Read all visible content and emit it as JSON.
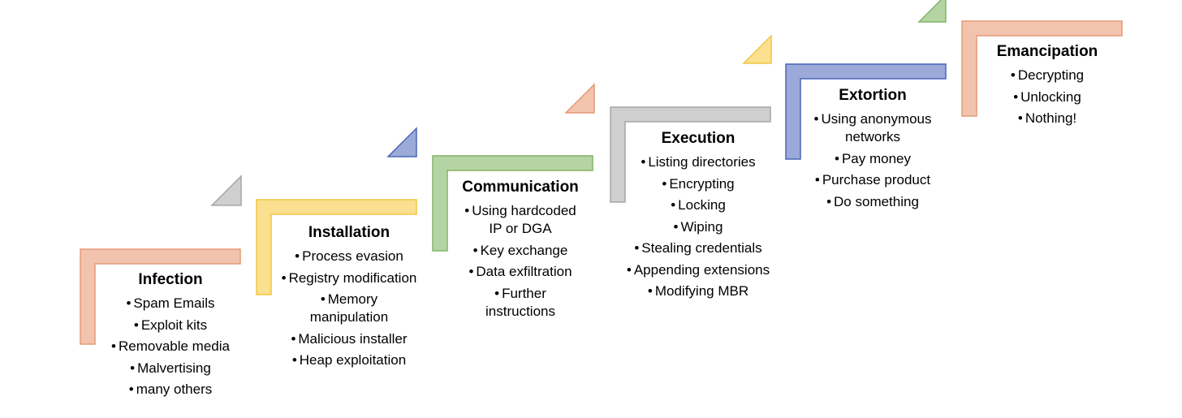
{
  "colors": {
    "orange": "#E59A76",
    "orange_fill": "#F2C4AE",
    "yellow": "#F2C644",
    "yellow_fill": "#FAE08F",
    "green": "#82B366",
    "green_fill": "#B5D4A3",
    "blue": "#4A66B8",
    "blue_fill": "#9BAAD8",
    "gray": "#A6A6A6",
    "gray_fill": "#CFCFCF"
  },
  "stages": [
    {
      "title": "Infection",
      "color": "orange",
      "items": [
        [
          "Spam Emails"
        ],
        [
          "Exploit kits"
        ],
        [
          "Removable media"
        ],
        [
          "Malvertising"
        ],
        [
          "many others"
        ]
      ]
    },
    {
      "title": "Installation",
      "color": "yellow",
      "items": [
        [
          "Process  evasion"
        ],
        [
          "Registry modification"
        ],
        [
          "Memory",
          "manipulation"
        ],
        [
          "Malicious installer"
        ],
        [
          "Heap exploitation"
        ]
      ]
    },
    {
      "title": "Communication",
      "color": "green",
      "items": [
        [
          "Using hardcoded",
          "IP or DGA"
        ],
        [
          "Key exchange"
        ],
        [
          "Data exfiltration"
        ],
        [
          "Further",
          "instructions"
        ]
      ]
    },
    {
      "title": "Execution",
      "color": "gray",
      "items": [
        [
          "Listing  directories"
        ],
        [
          "Encrypting"
        ],
        [
          "Locking"
        ],
        [
          "Wiping"
        ],
        [
          "Stealing credentials"
        ],
        [
          "Appending extensions"
        ],
        [
          "Modifying MBR"
        ]
      ]
    },
    {
      "title": "Extortion",
      "color": "blue",
      "items": [
        [
          "Using anonymous",
          "networks"
        ],
        [
          "Pay money"
        ],
        [
          "Purchase  product"
        ],
        [
          "Do something"
        ]
      ]
    },
    {
      "title": "Emancipation",
      "color": "orange",
      "items": [
        [
          "Decrypting"
        ],
        [
          "Unlocking"
        ],
        [
          "Nothing!"
        ]
      ]
    }
  ],
  "stair_triangles": [
    "gray",
    "blue",
    "orange",
    "yellow",
    "green"
  ]
}
